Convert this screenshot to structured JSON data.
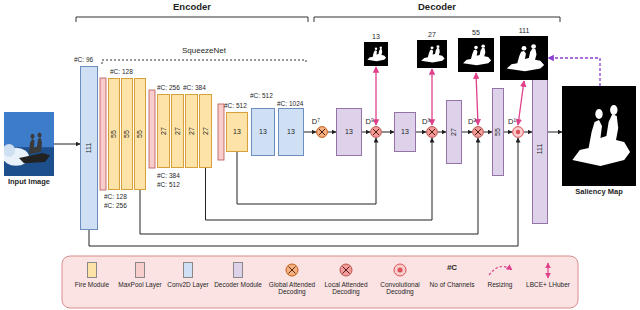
{
  "diagram": {
    "nodes": [
      {
        "text": [
          "Input Image"
        ]
      },
      {
        "text": [
          "111"
        ]
      },
      {
        "text": [
          "55"
        ]
      },
      {
        "text": [
          "55"
        ]
      },
      {
        "text": [
          "55"
        ]
      },
      {
        "text": [
          "27"
        ]
      },
      {
        "text": [
          "27"
        ]
      },
      {
        "text": [
          "27"
        ]
      },
      {
        "text": [
          "27"
        ]
      },
      {
        "text": [
          "13"
        ]
      },
      {
        "text": [
          "13"
        ]
      },
      {
        "text": [
          "13"
        ]
      },
      {
        "text": [
          "D⁷"
        ]
      },
      {
        "text": [
          "13"
        ]
      },
      {
        "text": [
          "D⁵"
        ]
      },
      {
        "text": [
          "13"
        ]
      },
      {
        "text": [
          "D³"
        ]
      },
      {
        "text": [
          "27"
        ]
      },
      {
        "text": [
          "D²"
        ]
      },
      {
        "text": [
          "55"
        ]
      },
      {
        "text": [
          "D¹"
        ]
      },
      {
        "text": [
          "111"
        ]
      },
      {
        "text": [
          "Saliency Map"
        ]
      },
      {
        "text": [
          "13"
        ]
      },
      {
        "text": [
          "27"
        ]
      },
      {
        "text": [
          "55"
        ]
      },
      {
        "text": [
          "111"
        ]
      }
    ],
    "edges": [
      {
        "from": 0,
        "to": 1,
        "arrow": "to"
      },
      {
        "from": 11,
        "to": 12,
        "arrow": "to"
      },
      {
        "from": 12,
        "to": 13,
        "arrow": "to"
      },
      {
        "from": 13,
        "to": 14,
        "arrow": "to"
      },
      {
        "from": 14,
        "to": 15,
        "arrow": "to"
      },
      {
        "from": 15,
        "to": 16,
        "arrow": "to"
      },
      {
        "from": 16,
        "to": 17,
        "arrow": "to"
      },
      {
        "from": 17,
        "to": 18,
        "arrow": "to"
      },
      {
        "from": 18,
        "to": 19,
        "arrow": "to"
      },
      {
        "from": 19,
        "to": 20,
        "arrow": "to"
      },
      {
        "from": 20,
        "to": 21,
        "arrow": "to"
      },
      {
        "from": 21,
        "to": 22,
        "arrow": "to"
      },
      {
        "from": 1,
        "to": 20,
        "arrow": "to"
      },
      {
        "from": 4,
        "to": 18,
        "arrow": "to"
      },
      {
        "from": 8,
        "to": 16,
        "arrow": "to"
      },
      {
        "from": 9,
        "to": 14,
        "arrow": "to"
      },
      {
        "from": 23,
        "to": 14,
        "arrow": "both"
      },
      {
        "from": 24,
        "to": 16,
        "arrow": "both"
      },
      {
        "from": 25,
        "to": 18,
        "arrow": "both"
      },
      {
        "from": 26,
        "to": 20,
        "arrow": "both"
      },
      {
        "from": 22,
        "to": 26,
        "arrow": "to"
      }
    ],
    "labels": [
      "Encoder",
      "Decoder",
      "SqueezeNet",
      "#C: 96",
      "#C: 128",
      "#C: 256",
      "#C: 384",
      "#C: 512",
      "#C: 512",
      "#C: 1024",
      "#C: 128",
      "#C: 256",
      "#C: 384",
      "#C: 512",
      "#C"
    ],
    "legend": [
      {
        "text": "Fire Module",
        "color": "#fde3a7"
      },
      {
        "text": "MaxPool Layer",
        "color": "#f8cecc"
      },
      {
        "text": "Conv2D Layer",
        "color": "#cfe0f5"
      },
      {
        "text": "Decoder Module",
        "color": "#ddd2ea"
      },
      {
        "text": "Global Attended Decoding"
      },
      {
        "text": "Local Attended Decoding"
      },
      {
        "text": "Convolutional Decoding"
      },
      {
        "text": "No of Channels"
      },
      {
        "text": "Resizing"
      },
      {
        "text": "LBCE+ LHuber"
      }
    ]
  }
}
